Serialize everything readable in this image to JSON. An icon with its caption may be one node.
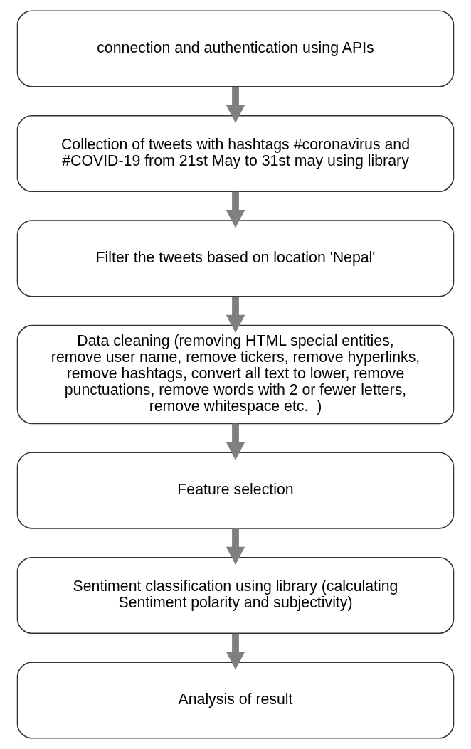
{
  "diagram": {
    "nodes": [
      {
        "text": [
          "connection and authentication using APIs"
        ]
      },
      {
        "text": [
          "Collection of tweets with hashtags #coronavirus and #COVID-19 from 21st May to 31st may using library"
        ]
      },
      {
        "text": [
          "Filter the tweets based on location 'Nepal'"
        ]
      },
      {
        "text": [
          "Data cleaning (removing HTML special entities, remove user name, remove tickers, remove hyperlinks, remove hashtags, convert all text to lower, remove punctuations, remove words with 2 or fewer letters, remove whitespace etc.  )"
        ]
      },
      {
        "text": [
          "Feature selection"
        ]
      },
      {
        "text": [
          "Sentiment classification using library (calculating Sentiment polarity and subjectivity)"
        ]
      },
      {
        "text": [
          "Analysis of result"
        ]
      }
    ],
    "edges": [
      {
        "from": 0,
        "to": 1,
        "arrow": "to"
      },
      {
        "from": 1,
        "to": 2,
        "arrow": "to"
      },
      {
        "from": 2,
        "to": 3,
        "arrow": "to"
      },
      {
        "from": 3,
        "to": 4,
        "arrow": "to"
      },
      {
        "from": 4,
        "to": 5,
        "arrow": "to"
      },
      {
        "from": 5,
        "to": 6,
        "arrow": "to"
      }
    ]
  }
}
